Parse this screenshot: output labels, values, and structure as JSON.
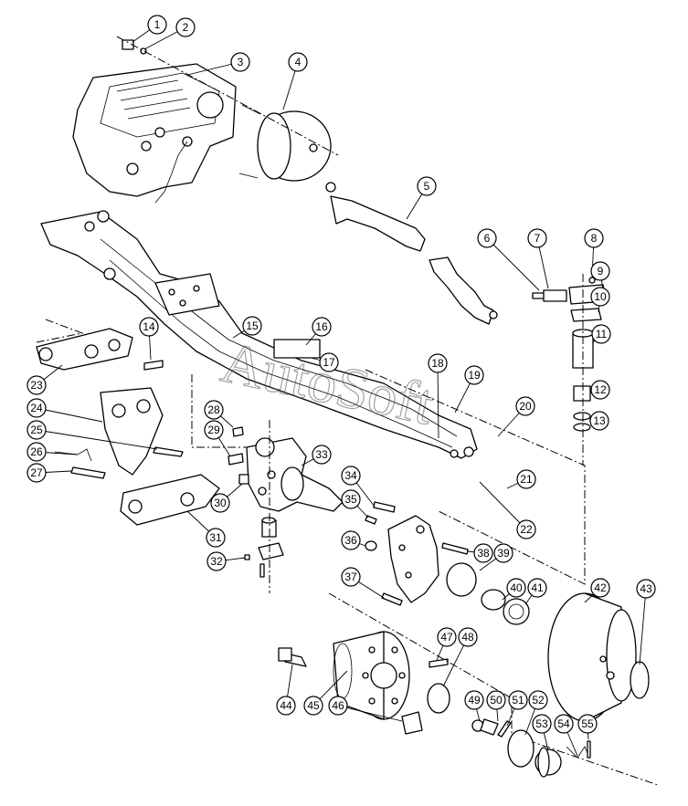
{
  "watermark": "AutoSoft",
  "callouts": [
    "1",
    "2",
    "3",
    "4",
    "5",
    "6",
    "7",
    "8",
    "9",
    "10",
    "11",
    "12",
    "13",
    "14",
    "15",
    "16",
    "17",
    "18",
    "19",
    "20",
    "21",
    "22",
    "23",
    "24",
    "25",
    "26",
    "27",
    "28",
    "29",
    "30",
    "31",
    "32",
    "33",
    "34",
    "35",
    "36",
    "37",
    "38",
    "39",
    "40",
    "41",
    "42",
    "43",
    "44",
    "45",
    "46",
    "47",
    "48",
    "49",
    "50",
    "51",
    "52",
    "53",
    "54",
    "55"
  ]
}
